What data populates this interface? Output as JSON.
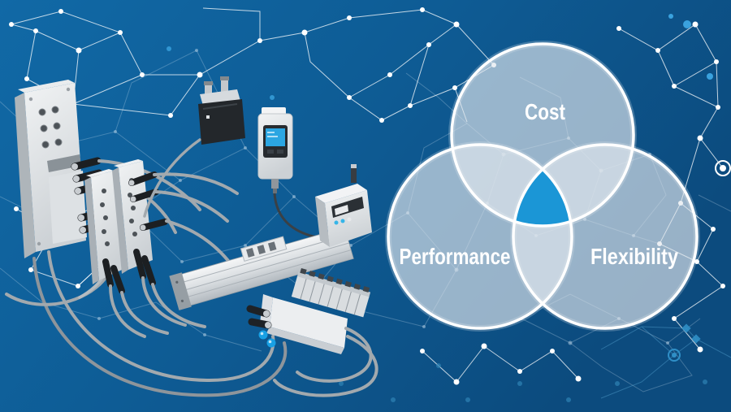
{
  "venn_diagram": {
    "type": "venn",
    "circles": [
      {
        "id": "cost",
        "label": "Cost",
        "position": "top"
      },
      {
        "id": "performance",
        "label": "Performance",
        "position": "bottom-left"
      },
      {
        "id": "flexibility",
        "label": "Flexibility",
        "position": "bottom-right"
      }
    ],
    "intersection_highlight": {
      "region": "center-of-all-three",
      "color": "#1b96d6"
    },
    "circle_fill": "rgba(225,231,237,0.66)",
    "circle_stroke": "#ffffff",
    "label_color": "#ffffff"
  },
  "background": {
    "style": "network-mesh",
    "base_gradient": [
      "#1169a6",
      "#0e5c95",
      "#0c4b7e"
    ],
    "mesh_line_color": "#ffffff",
    "node_color": "#ffffff",
    "accent_node_color": "#3aa2de"
  },
  "illustration": {
    "description": "pneumatic-automation-components",
    "items": [
      {
        "name": "io-terminal-left"
      },
      {
        "name": "valve-terminal-pair"
      },
      {
        "name": "pressure-regulator-black"
      },
      {
        "name": "sensor-with-blue-display"
      },
      {
        "name": "linear-actuator-axis"
      },
      {
        "name": "servo-drive-unit"
      },
      {
        "name": "valve-manifold"
      },
      {
        "name": "connection-cables"
      }
    ]
  }
}
